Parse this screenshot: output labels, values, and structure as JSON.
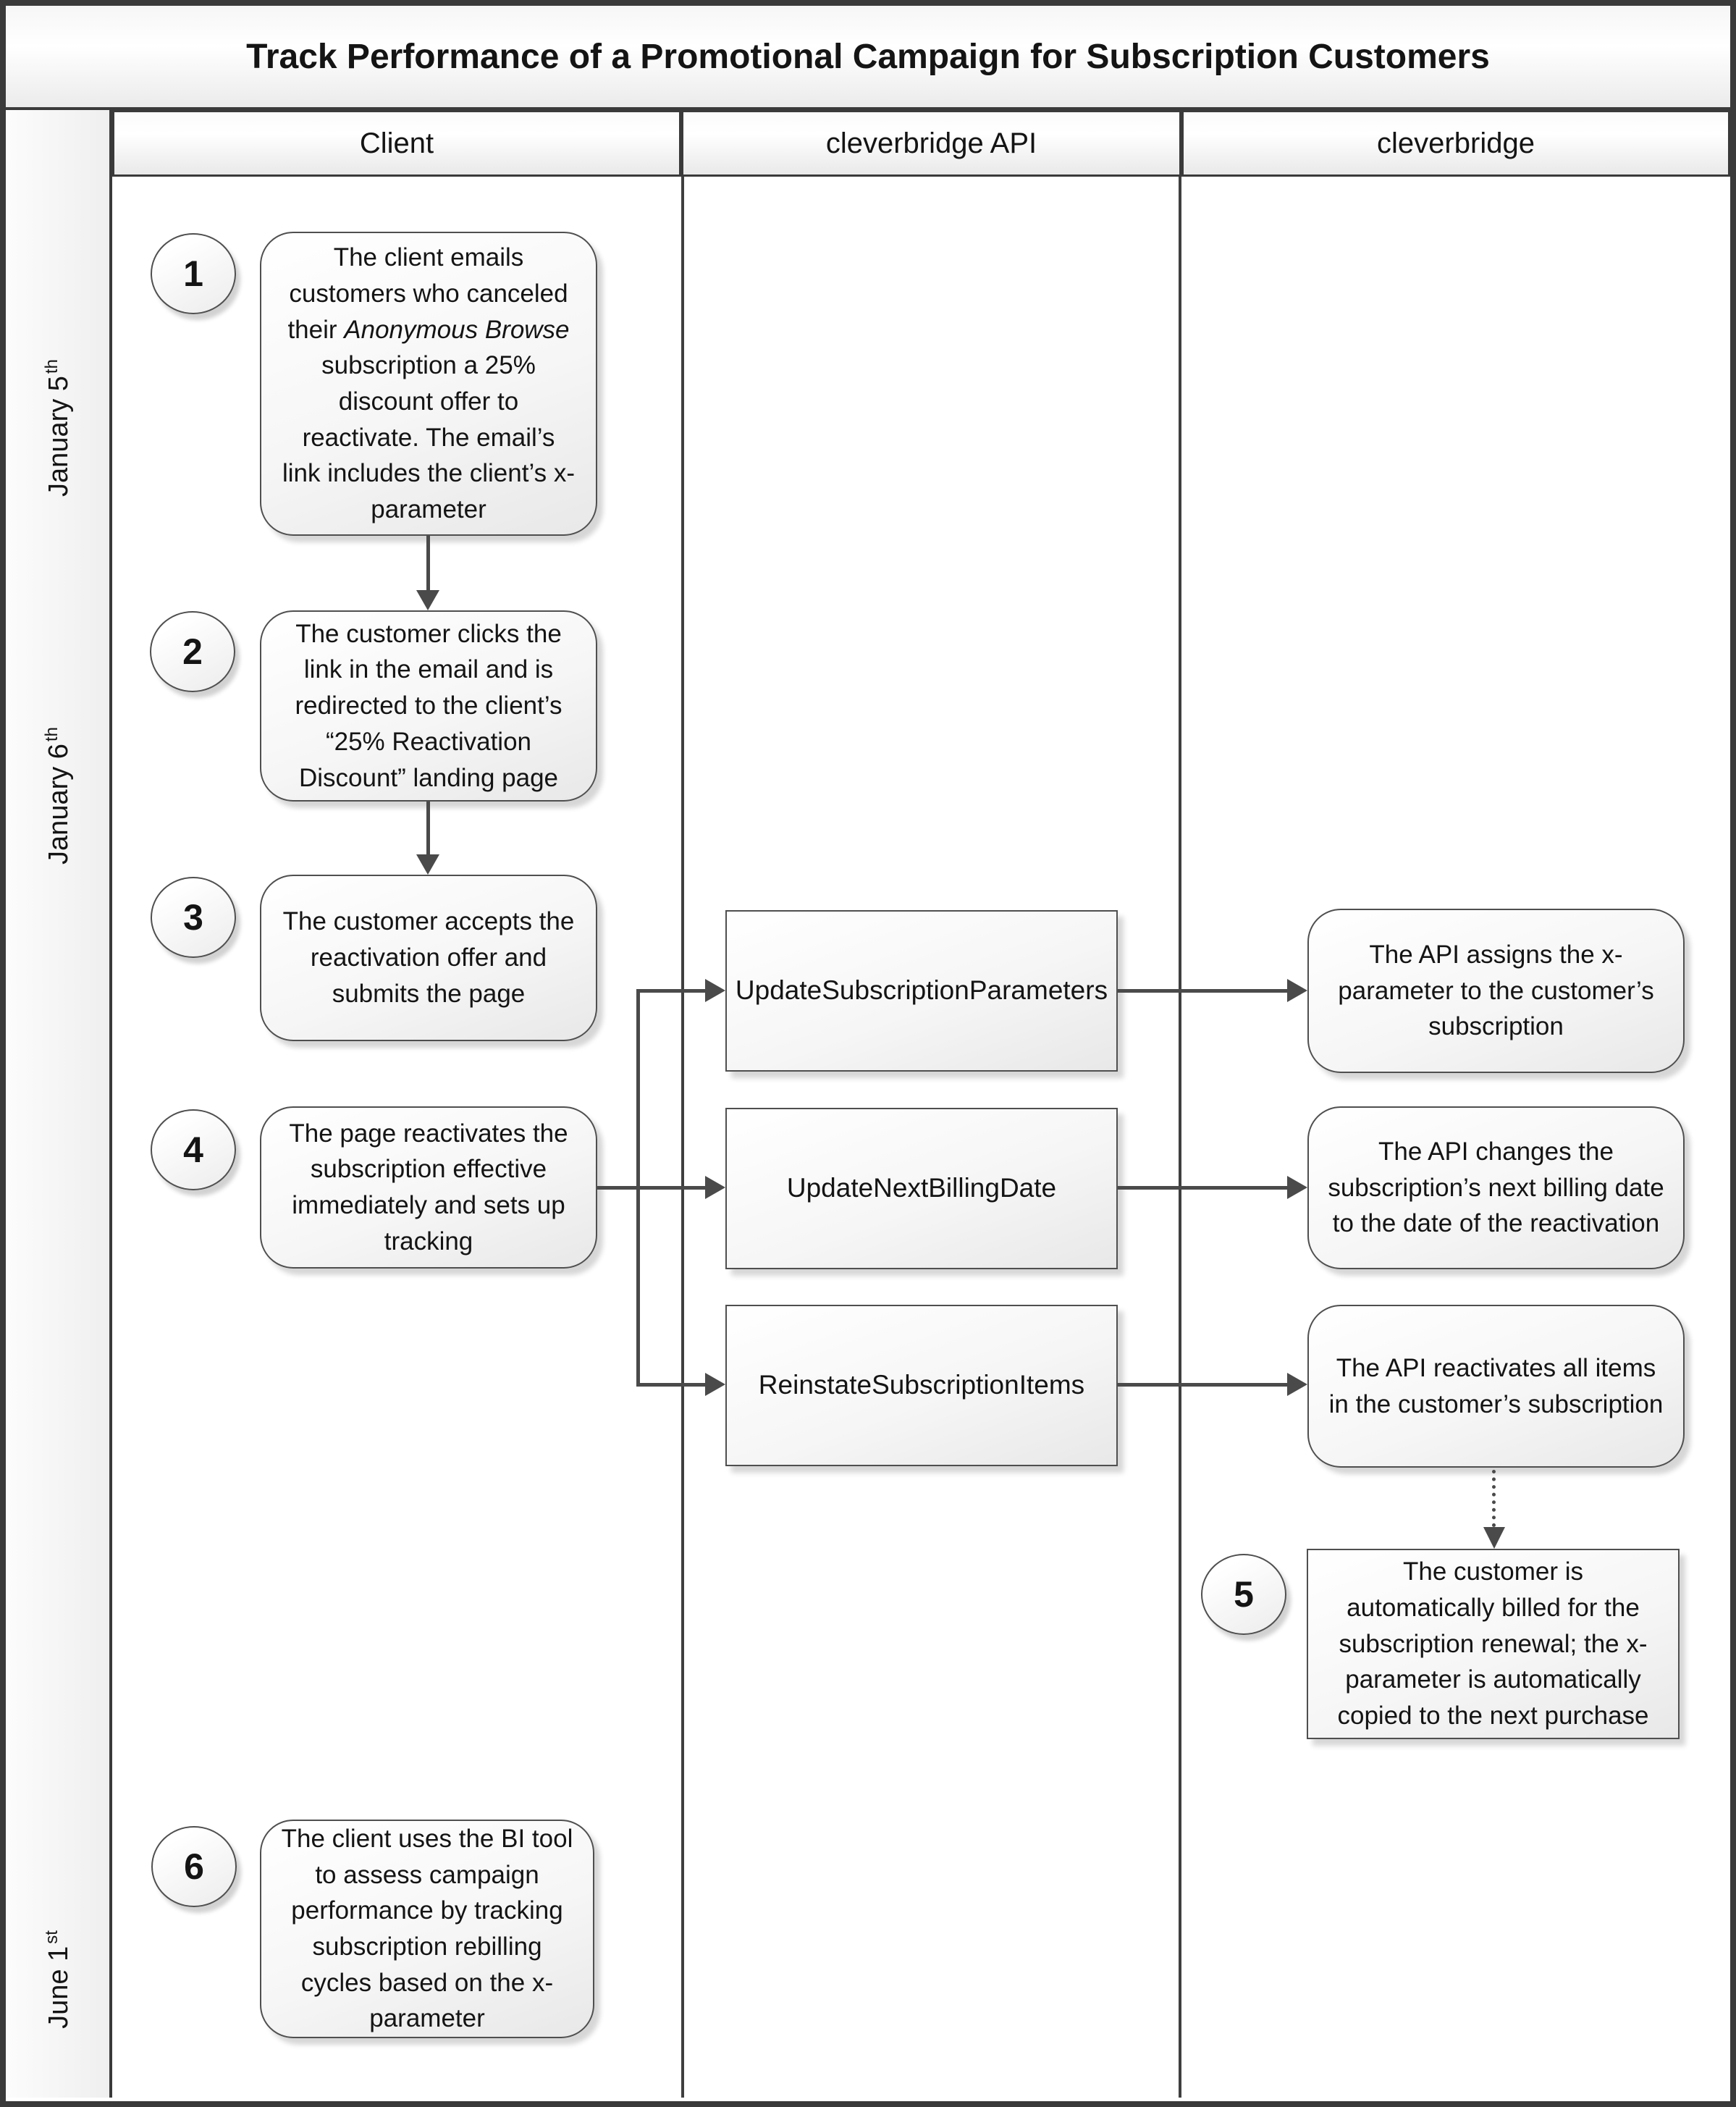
{
  "title": "Track Performance of a Promotional Campaign for Subscription Customers",
  "lanes": [
    {
      "label": "Client"
    },
    {
      "label": "cleverbridge API"
    },
    {
      "label": "cleverbridge"
    }
  ],
  "timeline": [
    {
      "date": "January 5",
      "ordinal": "th"
    },
    {
      "date": "January 6",
      "ordinal": "th"
    },
    {
      "date": "June 1",
      "ordinal": "st"
    }
  ],
  "steps": [
    {
      "number": "1",
      "part1": "The client emails customers who canceled their ",
      "emphasis": "Anonymous Browse",
      "part2": " subscription a 25% discount offer to reactivate. The email’s link includes the client’s x-parameter"
    },
    {
      "number": "2",
      "text": "The customer clicks the link in the email and is redirected to the client’s “25% Reactivation Discount” landing page"
    },
    {
      "number": "3",
      "text": "The customer accepts the reactivation offer and submits the page"
    },
    {
      "number": "4",
      "text": "The page reactivates the subscription effective immediately and sets up tracking"
    },
    {
      "number": "5",
      "text": "The customer is automatically billed for the subscription renewal; the x-parameter is automatically copied to the next purchase"
    },
    {
      "number": "6",
      "text": "The client uses the BI tool to assess campaign performance by tracking subscription rebilling cycles based on the x-parameter"
    }
  ],
  "api_calls": [
    {
      "label": "UpdateSubscriptionParameters"
    },
    {
      "label": "UpdateNextBillingDate"
    },
    {
      "label": "ReinstateSubscriptionItems"
    }
  ],
  "api_results": [
    {
      "text": "The API assigns the x-parameter to the customer’s subscription"
    },
    {
      "text": "The API changes the subscription’s next billing date to the date of the reactivation"
    },
    {
      "text": "The API reactivates all items in the customer’s subscription"
    }
  ]
}
